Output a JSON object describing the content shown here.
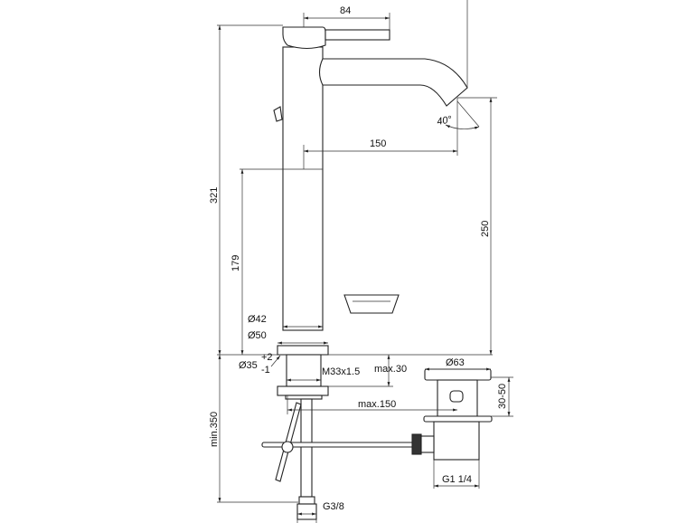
{
  "dimensions": {
    "handle_reach": "84",
    "spout_reach": "150",
    "spout_angle": "40°",
    "spout_height": "250",
    "total_height": "321",
    "body_height": "179",
    "body_diameter": "Ø42",
    "base_diameter": "Ø50",
    "hole_diameter": "Ø35",
    "hole_tol_plus": "+2",
    "hole_tol_minus": "-1",
    "shank_thread": "M33x1.5",
    "max_deck": "max.30",
    "max_distance": "max.150",
    "waste_diameter": "Ø63",
    "waste_height": "30-50",
    "waste_thread": "G1 1/4",
    "min_depth": "min.350",
    "hose_thread": "G3/8"
  }
}
